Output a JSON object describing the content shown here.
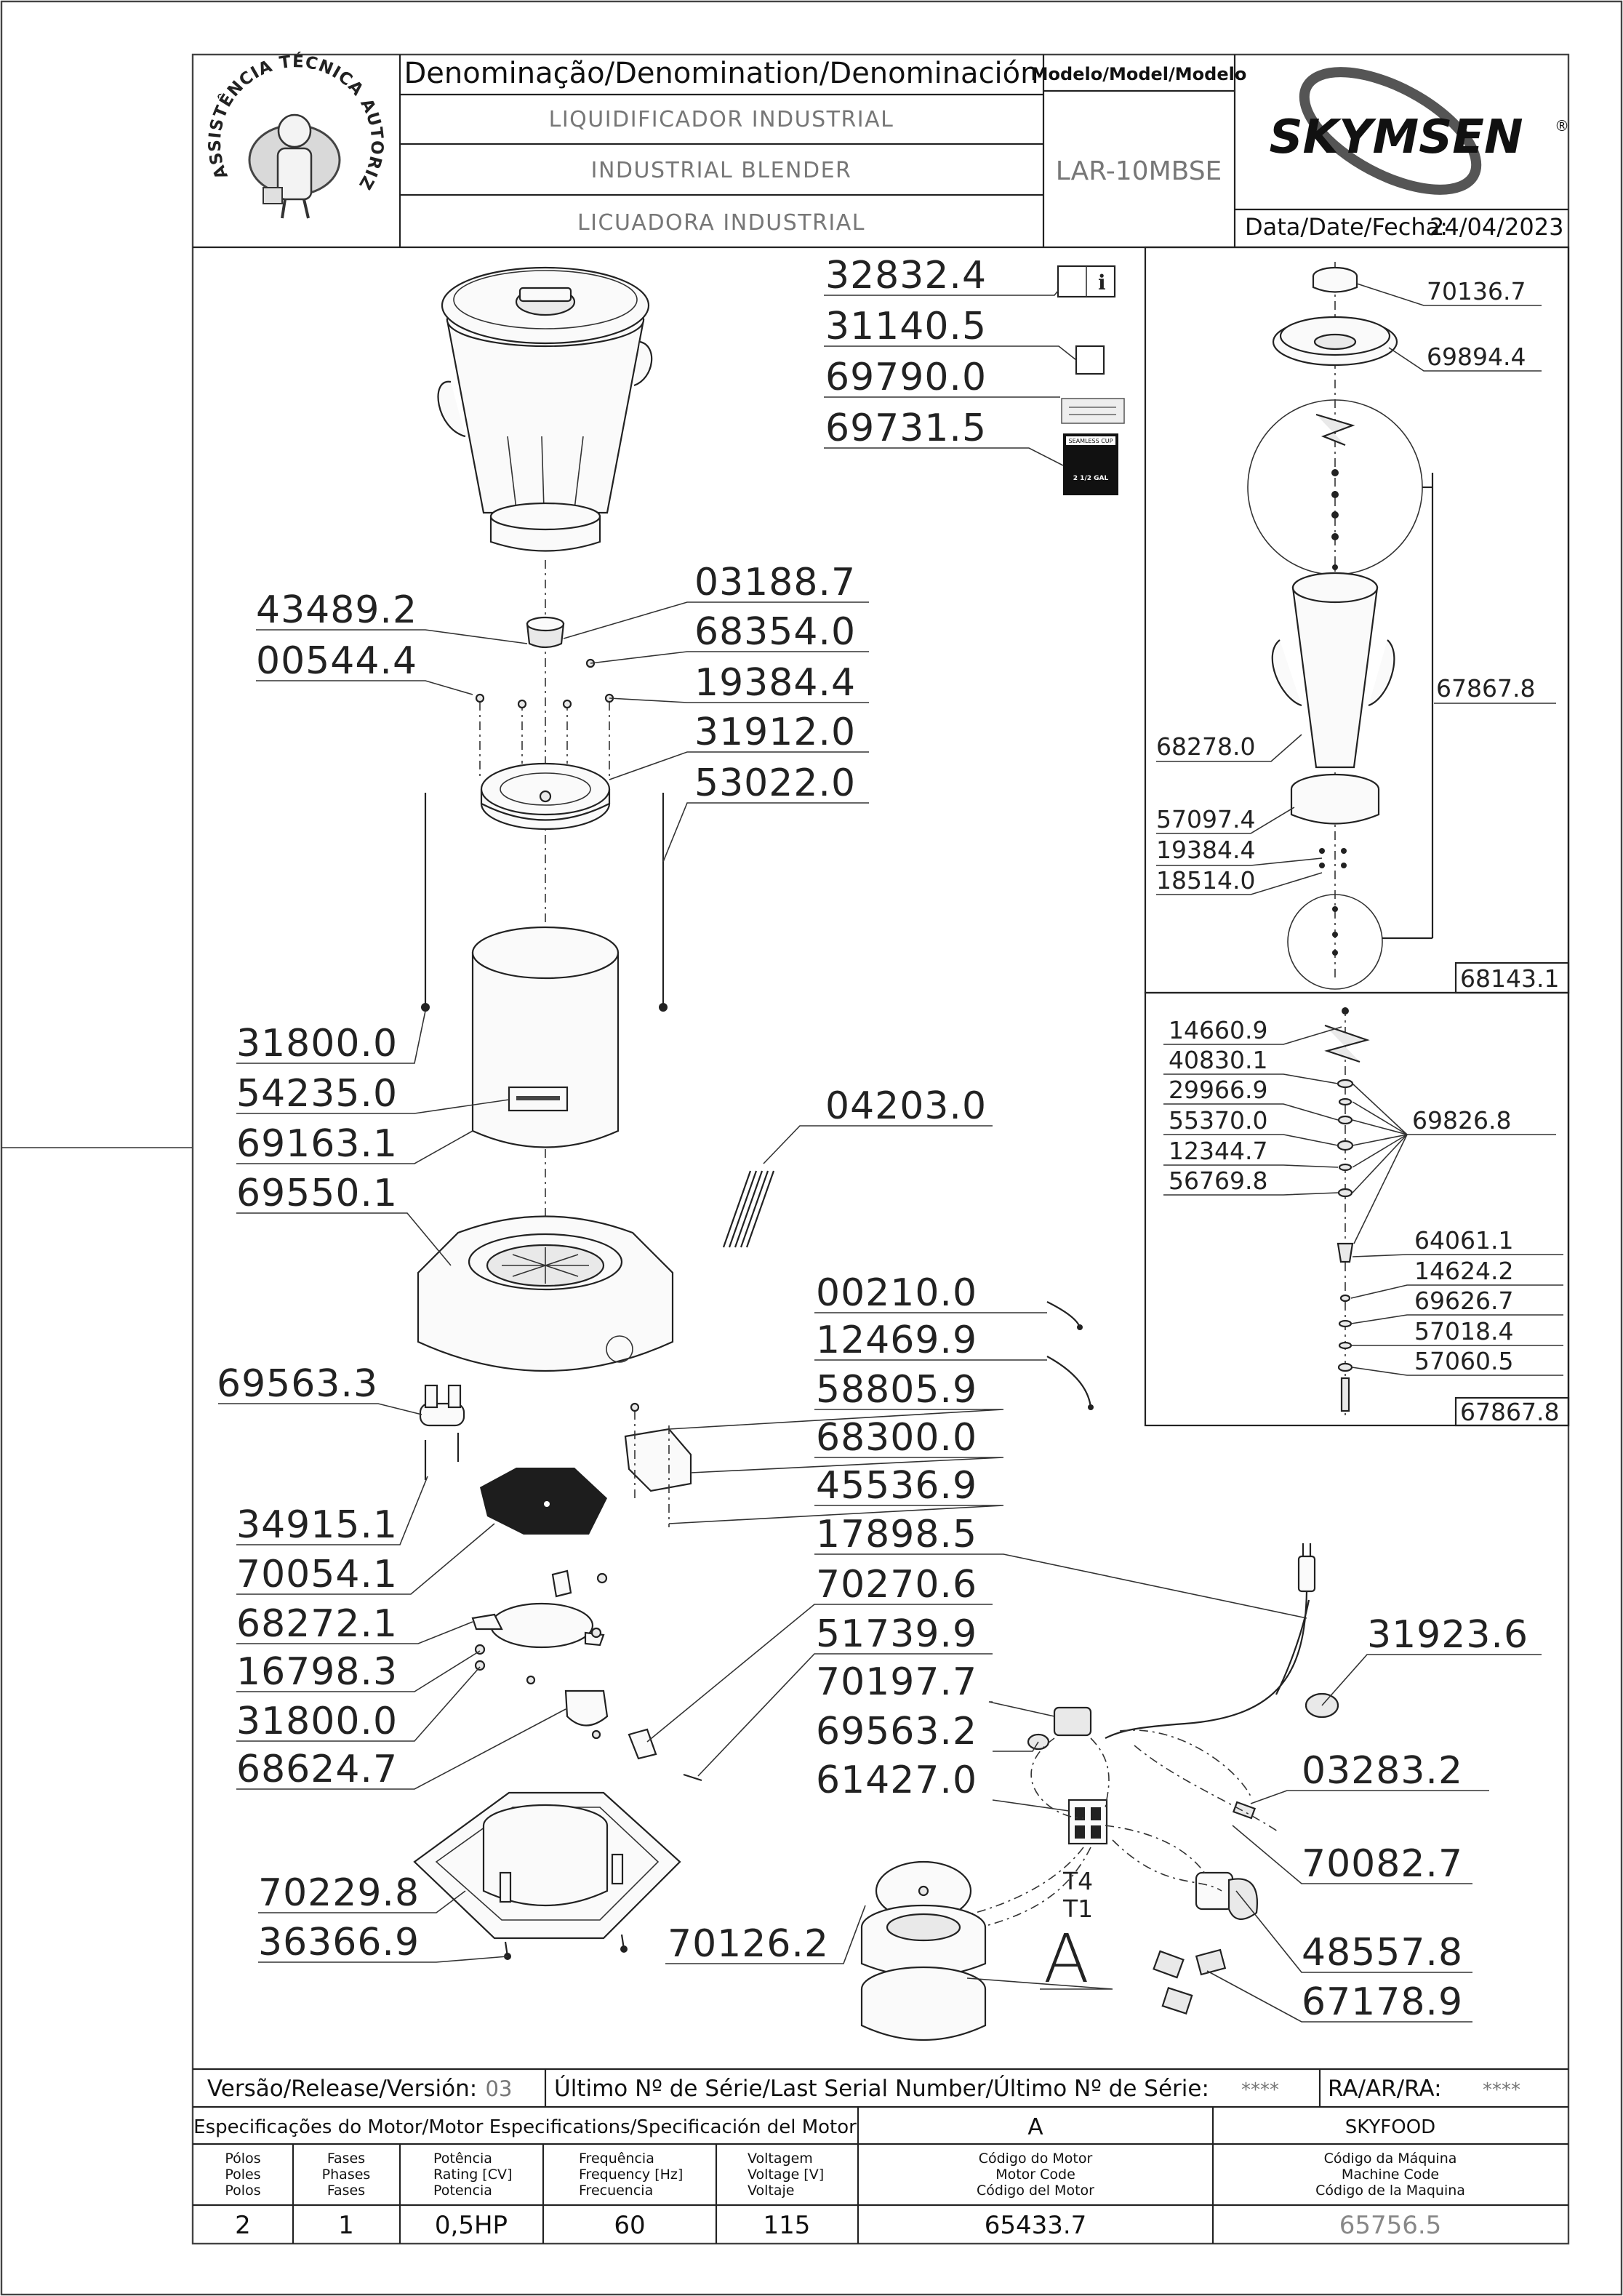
{
  "header": {
    "denomination_title": "Denominação/Denomination/Denominación",
    "name_pt": "LIQUIDIFICADOR INDUSTRIAL",
    "name_en": "INDUSTRIAL BLENDER",
    "name_es": "LICUADORA INDUSTRIAL",
    "model_title": "Modelo/Model/Modelo",
    "model_value": "LAR-10MBSE",
    "brand": "SKYMSEN",
    "brand_mark": "®",
    "date_label": "Data/Date/Fecha:",
    "date_value": "24/04/2023",
    "seal_text": "ASSISTÊNCIA TÉCNICA AUTORIZADA"
  },
  "docs": {
    "items": [
      {
        "code": "32832.4",
        "icon": "manual-info-icon"
      },
      {
        "code": "31140.5",
        "icon": "label-square-icon"
      },
      {
        "code": "69790.0",
        "icon": "sticker-label-icon"
      },
      {
        "code": "69731.5",
        "icon": "warning-label-icon"
      }
    ],
    "warning_label_lines": [
      "SEAMLESS CUP",
      "2 1/2 GAL"
    ]
  },
  "main_parts": {
    "p43489_2": "43489.2",
    "p00544_4": "00544.4",
    "p03188_7": "03188.7",
    "p68354_0": "68354.0",
    "p19384_4": "19384.4",
    "p31912_0": "31912.0",
    "p53022_0": "53022.0",
    "p31800_0_a": "31800.0",
    "p54235_0": "54235.0",
    "p69163_1": "69163.1",
    "p69550_1": "69550.1",
    "p04203_0": "04203.0",
    "p69563_3": "69563.3",
    "p00210_0": "00210.0",
    "p12469_9": "12469.9",
    "p58805_9": "58805.9",
    "p68300_0": "68300.0",
    "p45536_9": "45536.9",
    "p17898_5": "17898.5",
    "p34915_1": "34915.1",
    "p70054_1": "70054.1",
    "p70270_6": "70270.6",
    "p51739_9": "51739.9",
    "p68272_1": "68272.1",
    "p16798_3": "16798.3",
    "p31800_0_b": "31800.0",
    "p68624_7": "68624.7",
    "p70197_7": "70197.7",
    "p69563_2": "69563.2",
    "p31923_6": "31923.6",
    "p61427_0": "61427.0",
    "p03283_2": "03283.2",
    "p70082_7": "70082.7",
    "p70229_8": "70229.8",
    "p36366_9": "36366.9",
    "p70126_2": "70126.2",
    "p48557_8": "48557.8",
    "p67178_9": "67178.9",
    "detail_A": "A",
    "wire_t4": "T4",
    "wire_t1": "T1"
  },
  "cup_detail": {
    "p70136_7": "70136.7",
    "p69894_4": "69894.4",
    "p67867_8": "67867.8",
    "p68278_0": "68278.0",
    "p57097_4": "57097.4",
    "p19384_4": "19384.4",
    "p18514_0": "18514.0",
    "assembly": "68143.1"
  },
  "blade_detail": {
    "left_codes": [
      "14660.9",
      "40830.1",
      "29966.9",
      "55370.0",
      "12344.7",
      "56769.8"
    ],
    "right_codes": [
      "64061.1",
      "14624.2",
      "69626.7",
      "57018.4",
      "57060.5"
    ],
    "group": "69826.8",
    "assembly": "67867.8"
  },
  "footer": {
    "version_label": "Versão/Release/Versión:",
    "version_value": "03",
    "serial_label": "Último Nº de Série/Last Serial Number/Último Nº de Série:",
    "serial_value": "****",
    "ra_label": "RA/AR/RA:",
    "ra_value": "****",
    "motor_spec_title": "Especificações do Motor/Motor Especifications/Specificación del Motor",
    "motor_letter": "A",
    "manufacturer": "SKYFOOD",
    "columns": [
      {
        "h": [
          "Pólos",
          "Poles",
          "Polos"
        ],
        "value": "2"
      },
      {
        "h": [
          "Fases",
          "Phases",
          "Fases"
        ],
        "value": "1"
      },
      {
        "h": [
          "Potência",
          "Rating [CV]",
          "Potencia"
        ],
        "value": "0,5HP"
      },
      {
        "h": [
          "Frequência",
          "Frequency [Hz]",
          "Frecuencia"
        ],
        "value": "60"
      },
      {
        "h": [
          "Voltagem",
          "Voltage [V]",
          "Voltaje"
        ],
        "value": "115"
      },
      {
        "h": [
          "Código do Motor",
          "Motor Code",
          "Código del Motor"
        ],
        "value": "65433.7"
      },
      {
        "h": [
          "Código da Máquina",
          "Machine Code",
          "Código de la Maquina"
        ],
        "value": "65756.5"
      }
    ]
  }
}
